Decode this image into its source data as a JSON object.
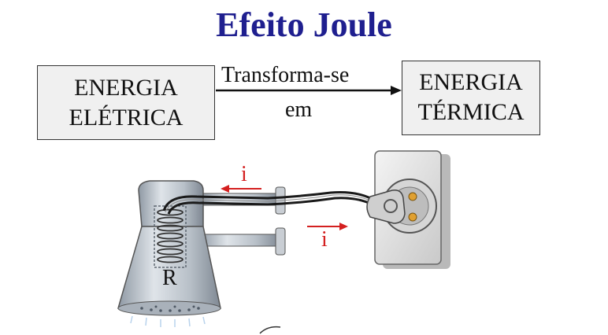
{
  "title": "Efeito Joule",
  "left_box": {
    "line1": "ENERGIA",
    "line2": "ELÉTRICA"
  },
  "arrow": {
    "label_top": "Transforma-se",
    "label_bottom": "em"
  },
  "right_box": {
    "line1": "ENERGIA",
    "line2": "TÉRMICA"
  },
  "illustration": {
    "current_symbol_top": "i",
    "current_symbol_bottom": "i",
    "resistor_label": "R"
  },
  "colors": {
    "title": "#1f1f8f",
    "current_arrow": "#d42020",
    "box_fill": "#f0f0f0"
  }
}
